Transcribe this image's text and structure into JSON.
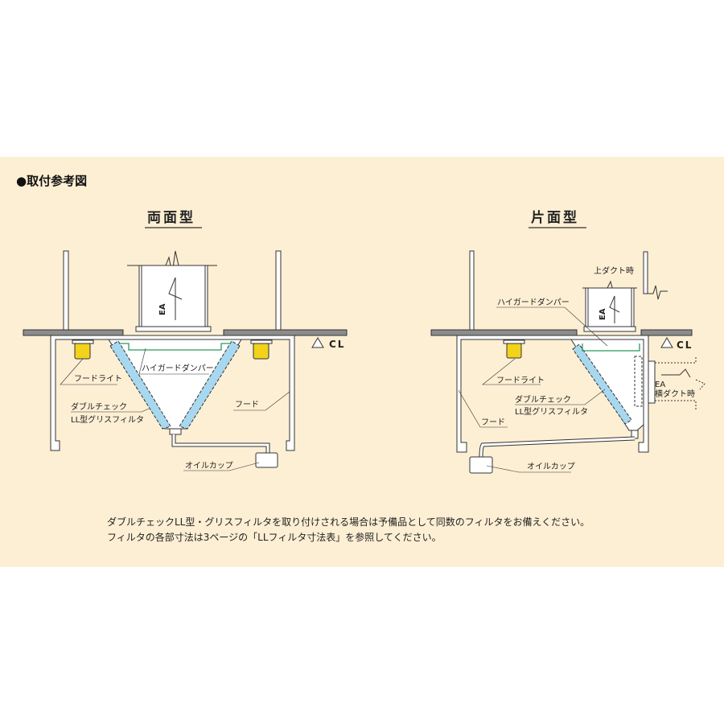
{
  "heading": "●取付参考図",
  "colors": {
    "background": "#fdefd4",
    "filter": "#a8d8ef",
    "damper": "#2a9a5a",
    "light": "#f2d21a",
    "slab": "#8c8c8c"
  },
  "double_sided": {
    "title": "両面型",
    "duct_label": "EA",
    "ceiling_mark": "CL",
    "labels": {
      "hood_light": "フードライト",
      "damper": "ハイガードダンパー",
      "filter_line1": "ダブルチェック",
      "filter_line2": "LL型グリスフィルタ",
      "hood": "フード",
      "oil_cup": "オイルカップ"
    }
  },
  "single_sided": {
    "title": "片面型",
    "duct_label": "EA",
    "top_duct_label": "上ダクト時",
    "side_duct_label1": "EA",
    "side_duct_label2": "横ダクト時",
    "ceiling_mark": "CL",
    "labels": {
      "hood_light": "フードライト",
      "damper": "ハイガードダンパー",
      "filter_line1": "ダブルチェック",
      "filter_line2": "LL型グリスフィルタ",
      "hood": "フード",
      "oil_cup": "オイルカップ"
    }
  },
  "notes": [
    "ダブルチェックLL型・グリスフィルタを取り付けされる場合は予備品として同数のフィルタをお備えください。",
    "フィルタの各部寸法は3ページの「LLフィルタ寸法表」を参照してください。"
  ]
}
